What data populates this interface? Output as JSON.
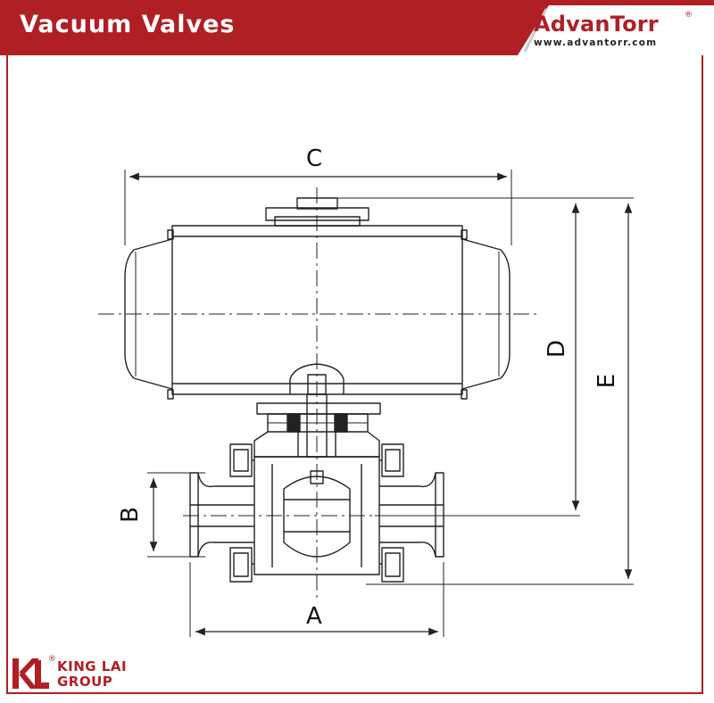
{
  "header": {
    "title": "Vacuum Valves",
    "brand_name": "AdvanTorr",
    "brand_reg": "®",
    "brand_url": "www.advantorr.com",
    "color_primary": "#b01f24"
  },
  "diagram": {
    "dimension_labels": {
      "a": "A",
      "b": "B",
      "c": "C",
      "d": "D",
      "e": "E"
    }
  },
  "footer": {
    "logo_line1": "KING LAI",
    "logo_line2": "GROUP",
    "logo_reg": "®",
    "logo_mark": "KL"
  }
}
